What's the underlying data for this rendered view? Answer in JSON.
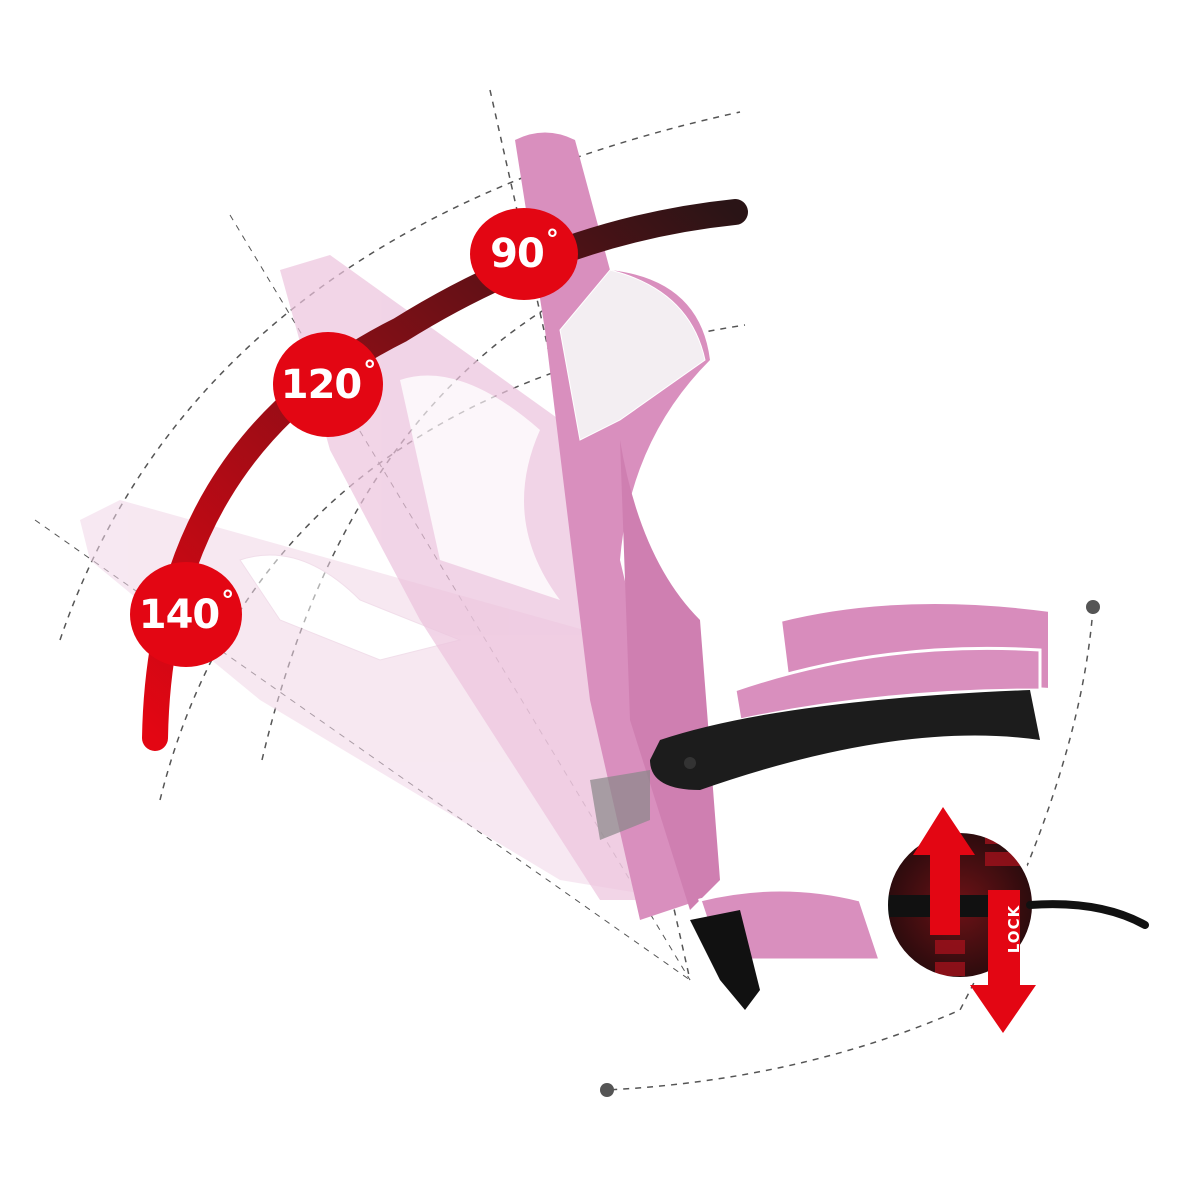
{
  "illustration": {
    "subject": "pink gaming chair recline range",
    "angles": [
      {
        "label": "90",
        "unit": "°"
      },
      {
        "label": "120",
        "unit": "°"
      },
      {
        "label": "140",
        "unit": "°"
      }
    ],
    "lock_label": "LOCK",
    "colors": {
      "badge": "#e30613",
      "arc_start": "#e30613",
      "arc_end": "#2a1416",
      "chair_pink": "#d98fbe",
      "chair_ghost": "#f1d6e7",
      "dashed_line": "#555555"
    }
  }
}
